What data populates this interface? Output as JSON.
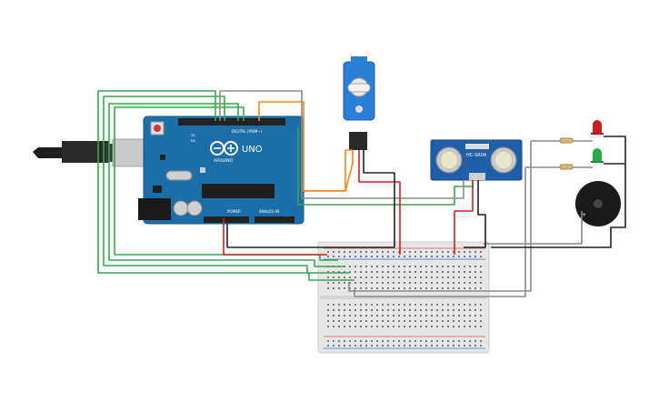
{
  "arduino": {
    "model": "UNO",
    "brand": "ARDUINO",
    "digital_label": "DIGITAL (PWM~)",
    "power_label": "POWER",
    "analog_label": "ANALOG IN",
    "tx_label": "TX",
    "rx_label": "RX"
  },
  "sensor": {
    "name": "HC-SR04"
  },
  "colors": {
    "board": "#1b6ea8",
    "breadboard": "#e8e8e8",
    "wire_green": "#37a84a",
    "wire_gray": "#8a8a8a",
    "wire_red": "#d21f1f",
    "wire_black": "#222222",
    "wire_orange": "#f08a1d",
    "led_red": "#cc1f1f",
    "led_green": "#2ea84a",
    "servo": "#2b7fd6"
  }
}
